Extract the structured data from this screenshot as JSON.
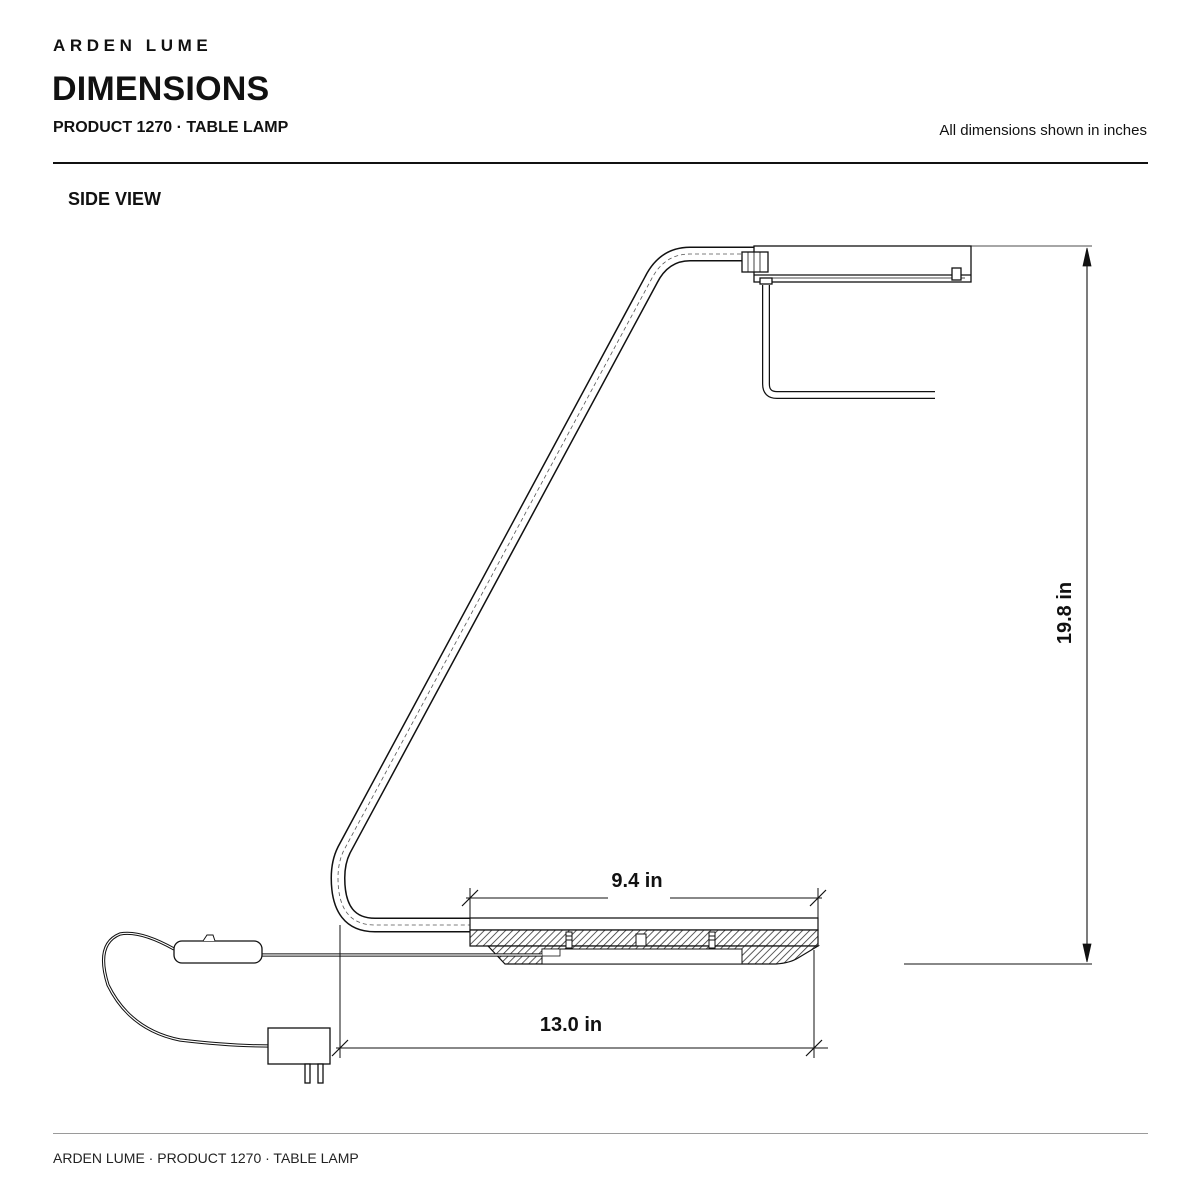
{
  "header": {
    "brand": "ARDEN LUME",
    "title": "DIMENSIONS",
    "subtitle": "PRODUCT 1270 · TABLE LAMP",
    "units_note": "All dimensions shown in inches"
  },
  "view": {
    "label": "SIDE VIEW"
  },
  "dimensions": {
    "height": "19.8 in",
    "base_length": "9.4 in",
    "overall_depth": "13.0 in"
  },
  "footer": {
    "text": "ARDEN LUME · PRODUCT 1270 · TABLE LAMP"
  }
}
